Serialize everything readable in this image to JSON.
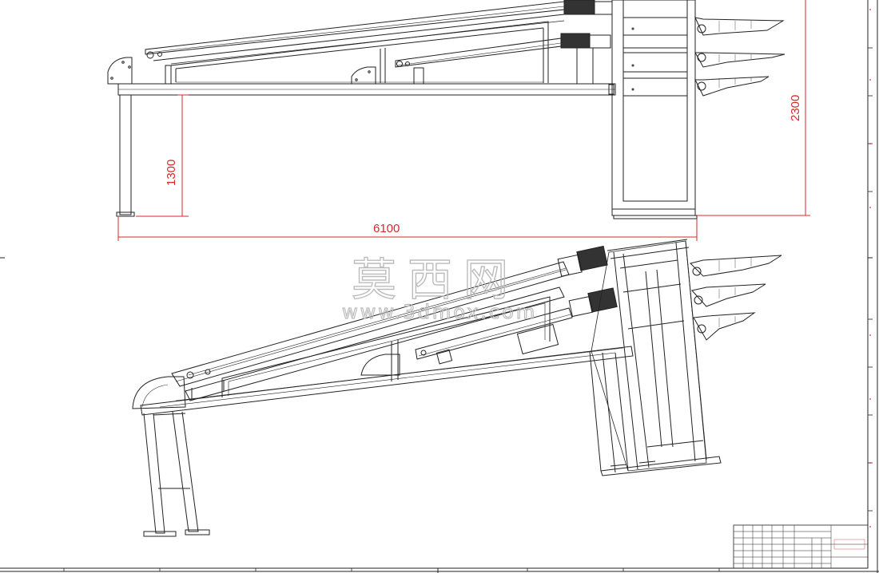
{
  "dimensions": {
    "total_length": "6100",
    "stand_height": "1300",
    "total_height": "2300"
  },
  "watermark": {
    "main": "莫西网",
    "sub": "www.3dmox.com"
  },
  "colors": {
    "line": "#222222",
    "dimension": "#d42a2a",
    "watermark": "#b9b9b9"
  }
}
